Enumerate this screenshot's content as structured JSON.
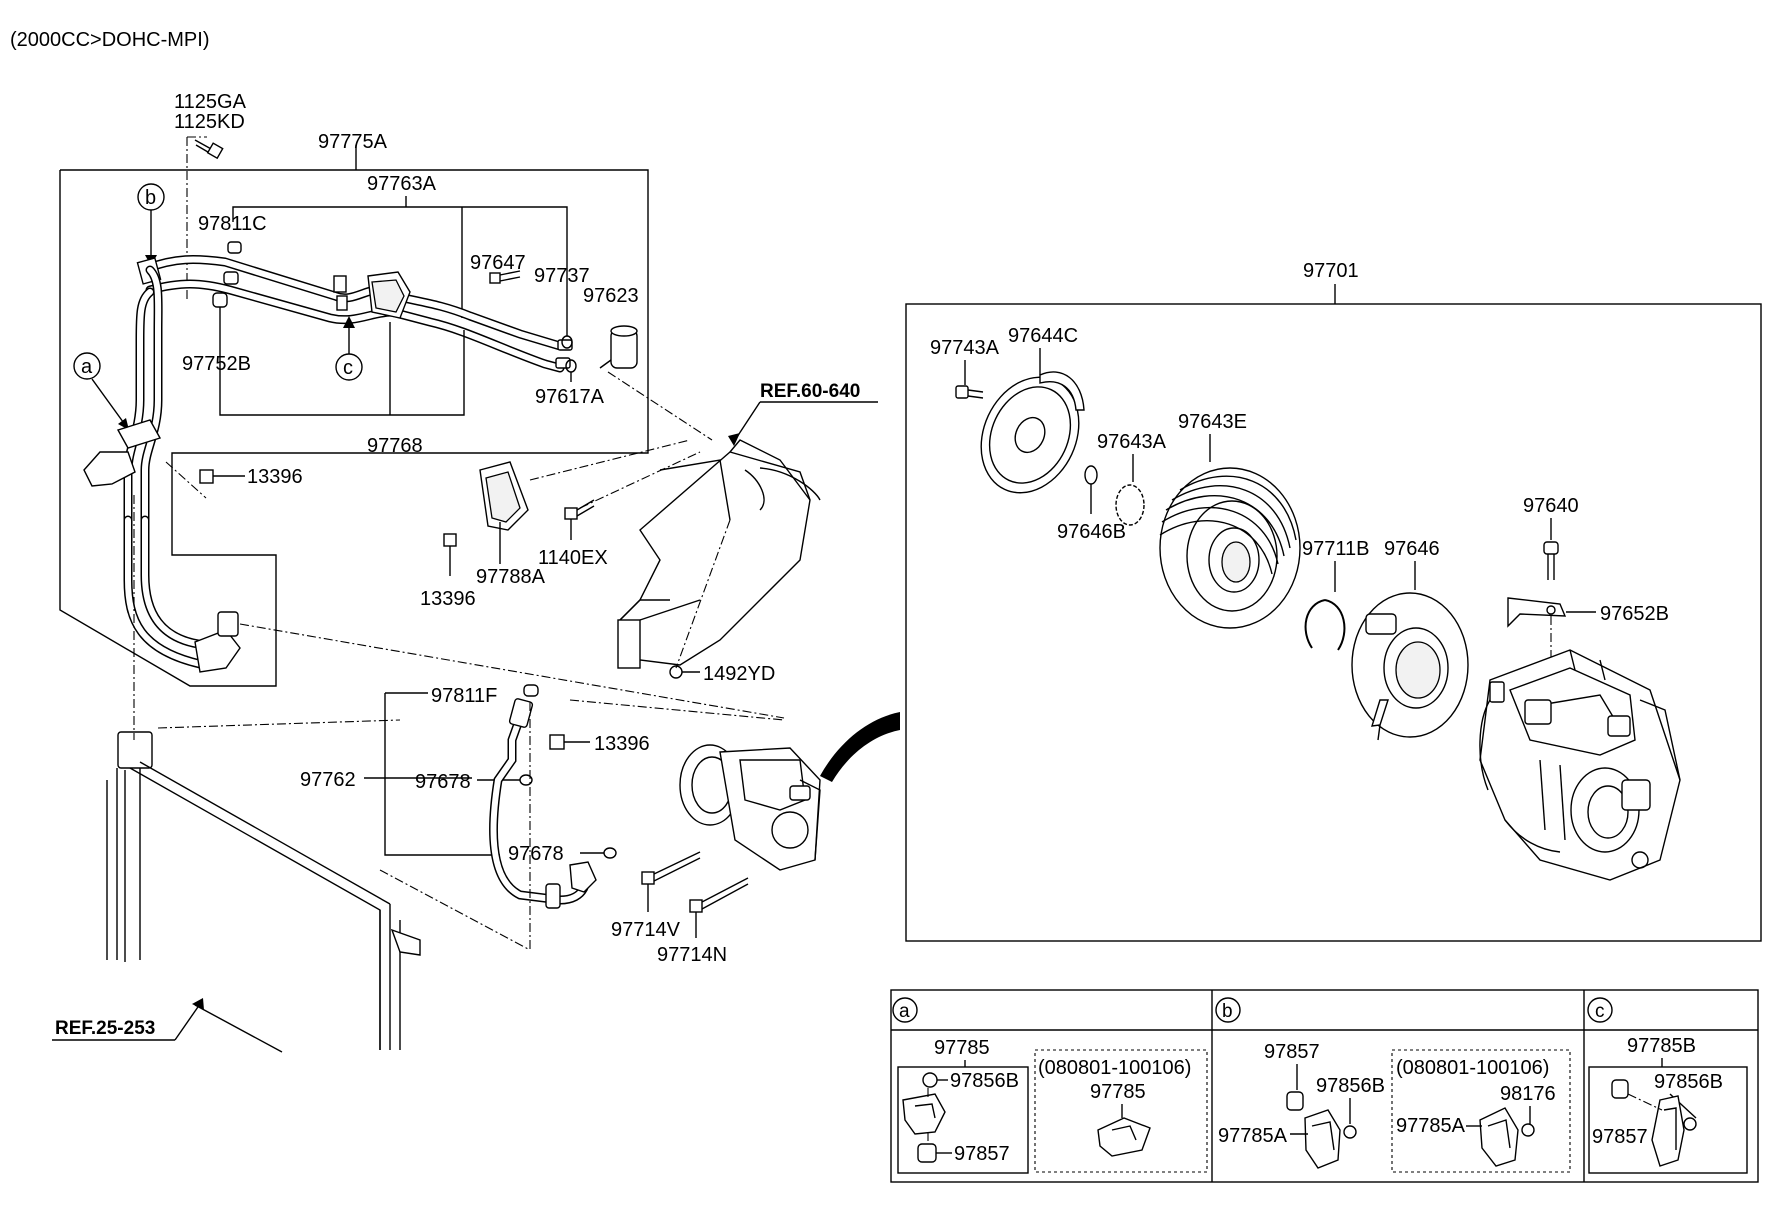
{
  "header": {
    "engine_variant": "(2000CC>DOHC-MPI)"
  },
  "refs": {
    "ref_front": "REF.60-640",
    "ref_condenser": "REF.25-253"
  },
  "parts": {
    "p1125GA": "1125GA",
    "p1125KD": "1125KD",
    "p97775A": "97775A",
    "p97763A": "97763A",
    "p97811C": "97811C",
    "p97647": "97647",
    "p97737": "97737",
    "p97623": "97623",
    "p97752B": "97752B",
    "p97617A": "97617A",
    "p97768": "97768",
    "p13396_a": "13396",
    "p13396_b": "13396",
    "p13396_c": "13396",
    "p97788A": "97788A",
    "p1140EX": "1140EX",
    "p1492YD": "1492YD",
    "p97811F": "97811F",
    "p97762": "97762",
    "p97678_a": "97678",
    "p97678_b": "97678",
    "p97714V": "97714V",
    "p97714N": "97714N",
    "p97701": "97701",
    "p97743A": "97743A",
    "p97644C": "97644C",
    "p97643A": "97643A",
    "p97643E": "97643E",
    "p97646B": "97646B",
    "p97711B": "97711B",
    "p97646": "97646",
    "p97640": "97640",
    "p97652B": "97652B"
  },
  "callouts": {
    "a": "a",
    "b": "b",
    "c": "c"
  },
  "detail_a": {
    "letter": "a",
    "main_part": "97785",
    "item1": "97856B",
    "item2": "97857",
    "date_range": "(080801-100106)",
    "alt_part": "97785"
  },
  "detail_b": {
    "letter": "b",
    "item1": "97857",
    "item2": "97856B",
    "item3": "97785A",
    "date_range": "(080801-100106)",
    "alt_item1": "98176",
    "alt_item2": "97785A"
  },
  "detail_c": {
    "letter": "c",
    "main_part": "97785B",
    "item1": "97856B",
    "item2": "97857"
  }
}
